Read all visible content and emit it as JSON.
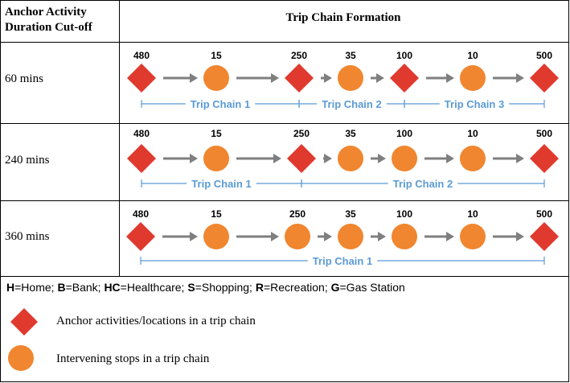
{
  "header": {
    "col1": [
      "Anchor Activity",
      "Duration Cut-off"
    ],
    "col2": "Trip Chain Formation"
  },
  "rows": [
    {
      "label": "60 mins",
      "durations": [
        "480",
        "15",
        "250",
        "35",
        "100",
        "10",
        "500"
      ],
      "shapes": [
        "diamond",
        "circle",
        "diamond",
        "circle",
        "diamond",
        "circle",
        "diamond"
      ],
      "chains": [
        {
          "name": "Trip Chain 1",
          "from": 0,
          "to": 2
        },
        {
          "name": "Trip Chain 2",
          "from": 2,
          "to": 4
        },
        {
          "name": "Trip Chain 3",
          "from": 4,
          "to": 6
        }
      ]
    },
    {
      "label": "240 mins",
      "durations": [
        "480",
        "15",
        "250",
        "35",
        "100",
        "10",
        "500"
      ],
      "shapes": [
        "diamond",
        "circle",
        "diamond",
        "circle",
        "circle",
        "circle",
        "diamond"
      ],
      "chains": [
        {
          "name": "Trip Chain 1",
          "from": 0,
          "to": 2
        },
        {
          "name": "Trip Chain 2",
          "from": 2,
          "to": 6
        }
      ]
    },
    {
      "label": "360 mins",
      "durations": [
        "480",
        "15",
        "250",
        "35",
        "100",
        "10",
        "500"
      ],
      "shapes": [
        "diamond",
        "circle",
        "circle",
        "circle",
        "circle",
        "circle",
        "diamond"
      ],
      "chains": [
        {
          "name": "Trip Chain 1",
          "from": 0,
          "to": 6
        }
      ]
    }
  ],
  "legend": {
    "abbrev": [
      {
        "key": "H",
        "label": "=Home; "
      },
      {
        "key": "B",
        "label": "=Bank; "
      },
      {
        "key": "HC",
        "label": "=Healthcare; "
      },
      {
        "key": "S",
        "label": "=Shopping; "
      },
      {
        "key": "R",
        "label": "=Recreation; "
      },
      {
        "key": "G",
        "label": "=Gas Station"
      }
    ],
    "anchor_text": "Anchor activities/locations in a trip chain",
    "stop_text": "Intervening stops in a trip chain"
  },
  "colors": {
    "anchor": "#e03a2f",
    "stop": "#f0862f",
    "arrow": "#7f7f7f",
    "chain_line": "#5b9bd5",
    "chain_text": "#5b9bd5",
    "border": "#000000"
  }
}
